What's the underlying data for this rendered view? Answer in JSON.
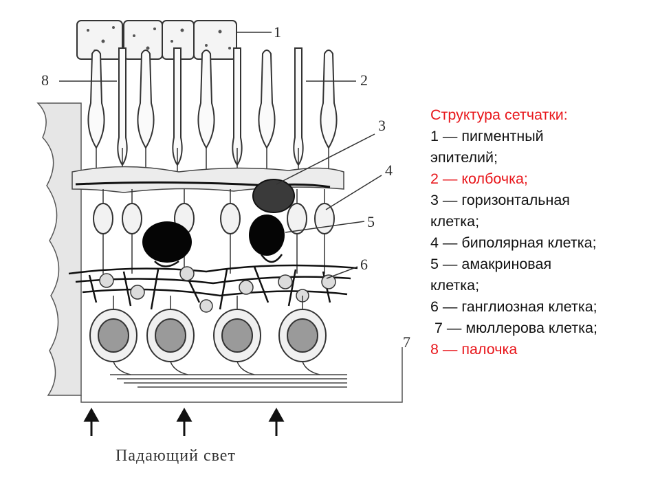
{
  "legend": {
    "title": "Структура сетчатки:",
    "lines": [
      {
        "text": "1 — пигментный",
        "highlight": false
      },
      {
        "text": "эпителий;",
        "highlight": false
      },
      {
        "text": "2 — колбочка;",
        "highlight": true
      },
      {
        "text": "3 — горизонтальная",
        "highlight": false
      },
      {
        "text": "клетка;",
        "highlight": false
      },
      {
        "text": "4 — биполярная клетка;",
        "highlight": false
      },
      {
        "text": "5 — амакриновая",
        "highlight": false
      },
      {
        "text": "клетка;",
        "highlight": false
      },
      {
        "text": "6 — ганглиозная клетка;",
        "highlight": false
      },
      {
        "text": " 7 — мюллерова клетка;",
        "highlight": false
      },
      {
        "text": "8 — палочка",
        "highlight": true
      }
    ]
  },
  "diagram": {
    "callouts": [
      "1",
      "2",
      "3",
      "4",
      "5",
      "6",
      "7",
      "8"
    ],
    "caption": "Падающий свет"
  },
  "colors": {
    "highlight": "#e8161b",
    "text": "#111111",
    "ink": "#222222"
  }
}
